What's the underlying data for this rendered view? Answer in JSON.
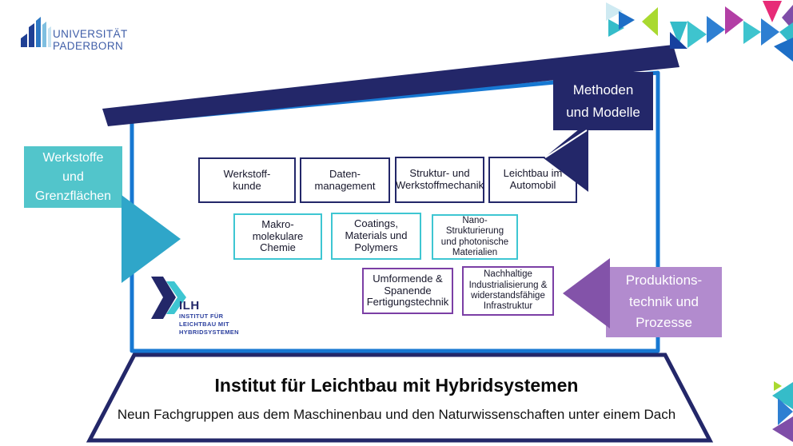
{
  "university_logo": {
    "line1": "UNIVERSITÄT",
    "line2": "PADERBORN"
  },
  "research_areas": {
    "materials": {
      "label": "Werkstoffe\nund\nGrenzflächen"
    },
    "methods": {
      "label": "Methoden\nund Modelle"
    },
    "production": {
      "label": "Produktions-\ntechnik und\nProzesse"
    }
  },
  "groups": [
    {
      "label": "Werkstoff-\nkunde",
      "border": "#232769"
    },
    {
      "label": "Daten-\nmanagement",
      "border": "#232769"
    },
    {
      "label": "Struktur- und\nWerkstoffmechanik",
      "border": "#232769"
    },
    {
      "label": "Leichtbau im\nAutomobil",
      "border": "#232769"
    },
    {
      "label": "Makro-\nmolekulare\nChemie",
      "border": "#3EC6D2"
    },
    {
      "label": "Coatings,\nMaterials und\nPolymers",
      "border": "#3EC6D2"
    },
    {
      "label": "Nano-\nStrukturierung\nund photonische\nMaterialien",
      "border": "#3EC6D2"
    },
    {
      "label": "Umformende &\nSpanende\nFertigungstechnik",
      "border": "#7B3FA5"
    },
    {
      "label": "Nachhaltige\nIndustrialisierung &\nwiderstandsfähige\nInfrastruktur",
      "border": "#7B3FA5"
    }
  ],
  "ilh_logo": {
    "acronym": "ILH",
    "name": "INSTITUT FÜR\nLEICHTBAU MIT\nHYBRIDSYSTEMEN"
  },
  "footer": {
    "title": "Institut für Leichtbau mit Hybridsystemen",
    "subtitle": "Neun Fachgruppen aus dem Maschinenbau und den Naturwissenschaften unter einem Dach"
  },
  "colors": {
    "navy": "#232769",
    "house_border": "#1778D2",
    "methods_box": "#232769",
    "teal_box": "#52C5CB",
    "teal_arrow": "#2FA6C9",
    "teal_border": "#3EC6D2",
    "purple_box": "#B28BCE",
    "purple_arrow": "#8353A9",
    "purple_border": "#7B3FA5"
  }
}
